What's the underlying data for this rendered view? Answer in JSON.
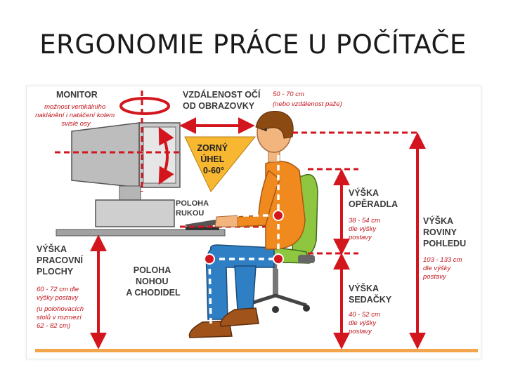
{
  "title": "ERGONOMIE PRÁCE U POČÍTAČE",
  "labels": {
    "monitor": {
      "heading": "MONITOR",
      "note": [
        "možnost vertikálního",
        "naklánění i natáčení kolem",
        "svislé osy"
      ]
    },
    "distance": {
      "heading": [
        "VZDÁLENOST OČÍ",
        "OD OBRAZOVKY"
      ],
      "note": [
        "50 - 70 cm",
        "(nebo vzdálenost paže)"
      ]
    },
    "angle": {
      "heading": [
        "ZORNÝ",
        "ÚHEL",
        "0-60°"
      ]
    },
    "hands": {
      "heading": [
        "POLOHA",
        "RUKOU"
      ]
    },
    "backrest": {
      "heading": [
        "VÝŠKA",
        "OPĚRADLA"
      ],
      "note": [
        "38 - 54 cm",
        "dle výšky",
        "postavy"
      ]
    },
    "eye_level": {
      "heading": [
        "VÝŠKA",
        "ROVINY",
        "POHLEDU"
      ],
      "note": [
        "103 - 133 cm",
        "dle výšky",
        "postavy"
      ]
    },
    "desk": {
      "heading": [
        "VÝŠKA",
        "PRACOVNÍ",
        "PLOCHY"
      ],
      "note": [
        "60 - 72 cm dle",
        "výšky postavy",
        "(u polohovacích",
        "stolů v rozmezí",
        "62 - 82 cm)"
      ]
    },
    "legs": {
      "heading": [
        "POLOHA",
        "NOHOU",
        "A CHODIDEL"
      ]
    },
    "seat": {
      "heading": [
        "VÝŠKA",
        "SEDAČKY"
      ],
      "note": [
        "40 - 52 cm",
        "dle výšky",
        "postavy"
      ]
    }
  },
  "colors": {
    "accent": "#d3151d",
    "skin": "#f2b57e",
    "shirt": "#f08a1e",
    "jeans": "#2f7fc4",
    "chair": "#8ec63f",
    "hair": "#8a4a12",
    "floor": "#f2a54a"
  }
}
